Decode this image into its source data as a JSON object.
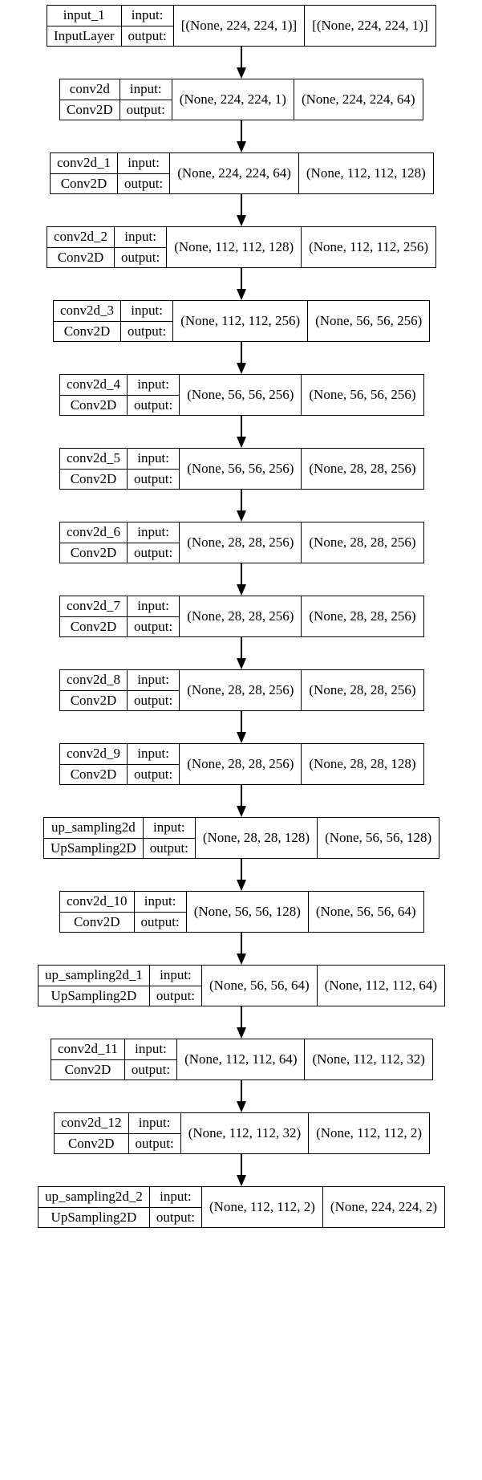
{
  "io_labels": {
    "input": "input:",
    "output": "output:"
  },
  "layers": [
    {
      "name": "input_1",
      "type": "InputLayer",
      "input": "[(None, 224, 224, 1)]",
      "output": "[(None, 224, 224, 1)]"
    },
    {
      "name": "conv2d",
      "type": "Conv2D",
      "input": "(None, 224, 224, 1)",
      "output": "(None, 224, 224, 64)"
    },
    {
      "name": "conv2d_1",
      "type": "Conv2D",
      "input": "(None, 224, 224, 64)",
      "output": "(None, 112, 112, 128)"
    },
    {
      "name": "conv2d_2",
      "type": "Conv2D",
      "input": "(None, 112, 112, 128)",
      "output": "(None, 112, 112, 256)"
    },
    {
      "name": "conv2d_3",
      "type": "Conv2D",
      "input": "(None, 112, 112, 256)",
      "output": "(None, 56, 56, 256)"
    },
    {
      "name": "conv2d_4",
      "type": "Conv2D",
      "input": "(None, 56, 56, 256)",
      "output": "(None, 56, 56, 256)"
    },
    {
      "name": "conv2d_5",
      "type": "Conv2D",
      "input": "(None, 56, 56, 256)",
      "output": "(None, 28, 28, 256)"
    },
    {
      "name": "conv2d_6",
      "type": "Conv2D",
      "input": "(None, 28, 28, 256)",
      "output": "(None, 28, 28, 256)"
    },
    {
      "name": "conv2d_7",
      "type": "Conv2D",
      "input": "(None, 28, 28, 256)",
      "output": "(None, 28, 28, 256)"
    },
    {
      "name": "conv2d_8",
      "type": "Conv2D",
      "input": "(None, 28, 28, 256)",
      "output": "(None, 28, 28, 256)"
    },
    {
      "name": "conv2d_9",
      "type": "Conv2D",
      "input": "(None, 28, 28, 256)",
      "output": "(None, 28, 28, 128)"
    },
    {
      "name": "up_sampling2d",
      "type": "UpSampling2D",
      "input": "(None, 28, 28, 128)",
      "output": "(None, 56, 56, 128)"
    },
    {
      "name": "conv2d_10",
      "type": "Conv2D",
      "input": "(None, 56, 56, 128)",
      "output": "(None, 56, 56, 64)"
    },
    {
      "name": "up_sampling2d_1",
      "type": "UpSampling2D",
      "input": "(None, 56, 56, 64)",
      "output": "(None, 112, 112, 64)"
    },
    {
      "name": "conv2d_11",
      "type": "Conv2D",
      "input": "(None, 112, 112, 64)",
      "output": "(None, 112, 112, 32)"
    },
    {
      "name": "conv2d_12",
      "type": "Conv2D",
      "input": "(None, 112, 112, 32)",
      "output": "(None, 112, 112, 2)"
    },
    {
      "name": "up_sampling2d_2",
      "type": "UpSampling2D",
      "input": "(None, 112, 112, 2)",
      "output": "(None, 224, 224, 2)"
    }
  ]
}
